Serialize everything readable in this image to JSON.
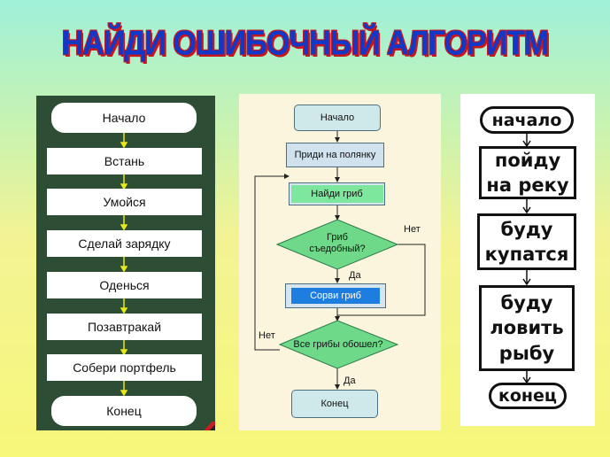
{
  "title": "НАЙДИ ОШИБОЧНЫЙ АЛГОРИТМ",
  "algorithm1": {
    "start": "Начало",
    "steps": [
      "Встань",
      "Умойся",
      "Сделай зарядку",
      "Оденься",
      "Позавтракай",
      "Собери портфель"
    ],
    "end": "Конец"
  },
  "algorithm2": {
    "start": "Начало",
    "step1": "Приди на полянку",
    "step2": "Найди гриб",
    "condition1": "Гриб\nсъедобный?",
    "no1": "Нет",
    "yes1": "Да",
    "step3": "Сорви гриб",
    "condition2": "Все грибы обошел?",
    "no2": "Нет",
    "yes2": "Да",
    "end": "Конец"
  },
  "algorithm3": {
    "start": "начало",
    "step1": "пойду\nна реку",
    "step2": "буду\nкупатся",
    "step3": "буду\nловить\nрыбу",
    "end": "конец"
  }
}
